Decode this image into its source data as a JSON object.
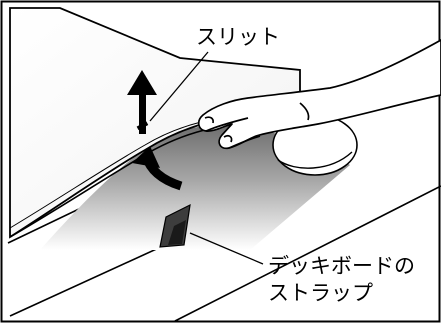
{
  "labels": {
    "slit": "スリット",
    "strap_line1": "デッキボードの",
    "strap_line2": "ストラップ"
  },
  "colors": {
    "line": "#000000",
    "background": "#ffffff",
    "shadow": "#9a9a9a"
  },
  "icons": {
    "lift_arrow": "up-arrow-icon",
    "fold_arrow": "curved-arrow-icon",
    "hand": "hand-illustration",
    "strap": "strap-tab-shape"
  }
}
